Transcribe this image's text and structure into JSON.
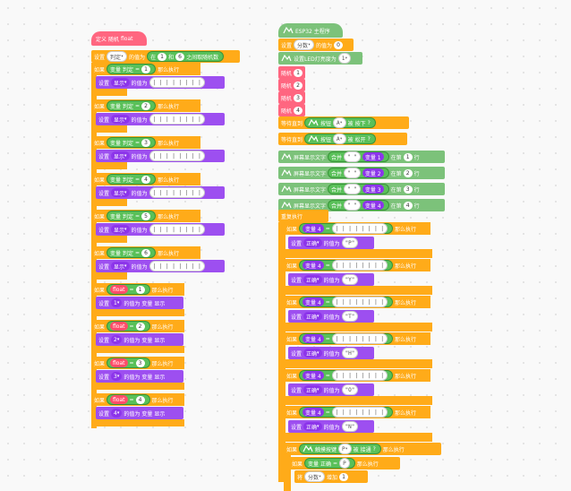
{
  "lbl": {
    "define": "定义",
    "set": "设置",
    "valueof": "的值为",
    "if": "如果",
    "then": "那么执行",
    "variable": "变量",
    "eq": "=",
    "display": "显示",
    "forever": "重复执行",
    "wait": "等待直到",
    "button": "按钮",
    "pressed": "被 按下",
    "released": "被 松开",
    "q": "?",
    "screen": "屏幕显示文字",
    "join": "合并",
    "at": "在第",
    "line": "行",
    "touch": "触摸按键",
    "touched": "被 接通",
    "add": "将",
    "inc": "增加",
    "inrange": "在",
    "and": "和",
    "between": "之间取随机数"
  },
  "left": {
    "def_name": "随机",
    "def_param": "float",
    "set_var": "判定",
    "rand_lo": "1",
    "rand_hi": "6",
    "display_var": "显示",
    "cases": [
      {
        "n": "1",
        "pattern": "| | | | | | | |"
      },
      {
        "n": "2",
        "pattern": "| | | | | | | |"
      },
      {
        "n": "3",
        "pattern": "| | | | | | | |"
      },
      {
        "n": "4",
        "pattern": "| | | | | | | |"
      },
      {
        "n": "5",
        "pattern": "| | | | | | | |"
      },
      {
        "n": "6",
        "pattern": "| | | | | | | |"
      }
    ],
    "float_cases": [
      {
        "n": "1",
        "target": "1"
      },
      {
        "n": "2",
        "target": "2"
      },
      {
        "n": "3",
        "target": "3"
      },
      {
        "n": "4",
        "target": "4"
      }
    ],
    "param": "float"
  },
  "right": {
    "hat": "ESP32 主程序",
    "set_score": "分数",
    "score_val": "0",
    "led": "设置LED灯亮度为",
    "led_val": "1",
    "calls": [
      "随机",
      "随机",
      "随机",
      "随机"
    ],
    "call_args": [
      "1",
      "2",
      "3",
      "4"
    ],
    "btn": "A",
    "str_empty": "\" \"",
    "vars": [
      "变量 1",
      "变量 2",
      "变量 3",
      "变量 4"
    ],
    "lines": [
      "1",
      "2",
      "3",
      "4"
    ],
    "var4": "变量 4",
    "correct": "正确",
    "cases": [
      {
        "pattern": "| | | | | | | |",
        "letter": "\"P\""
      },
      {
        "pattern": "| | | | | | | |",
        "letter": "\"Y\""
      },
      {
        "pattern": "| | | | | | | |",
        "letter": "\"T\""
      },
      {
        "pattern": "| | | | | | | |",
        "letter": "\"H\""
      },
      {
        "pattern": "| | | | | | | |",
        "letter": "\"O\""
      },
      {
        "pattern": "| | | | | | | |",
        "letter": "\"N\""
      }
    ],
    "touch_key": "P",
    "correct_p": "P",
    "score_name": "分数",
    "inc_val": "1"
  },
  "colors": {
    "control": "#ffab19",
    "define": "#ff6680",
    "display": "#9d4ff0",
    "operator": "#59c059",
    "hardware": "#7cc27a"
  }
}
